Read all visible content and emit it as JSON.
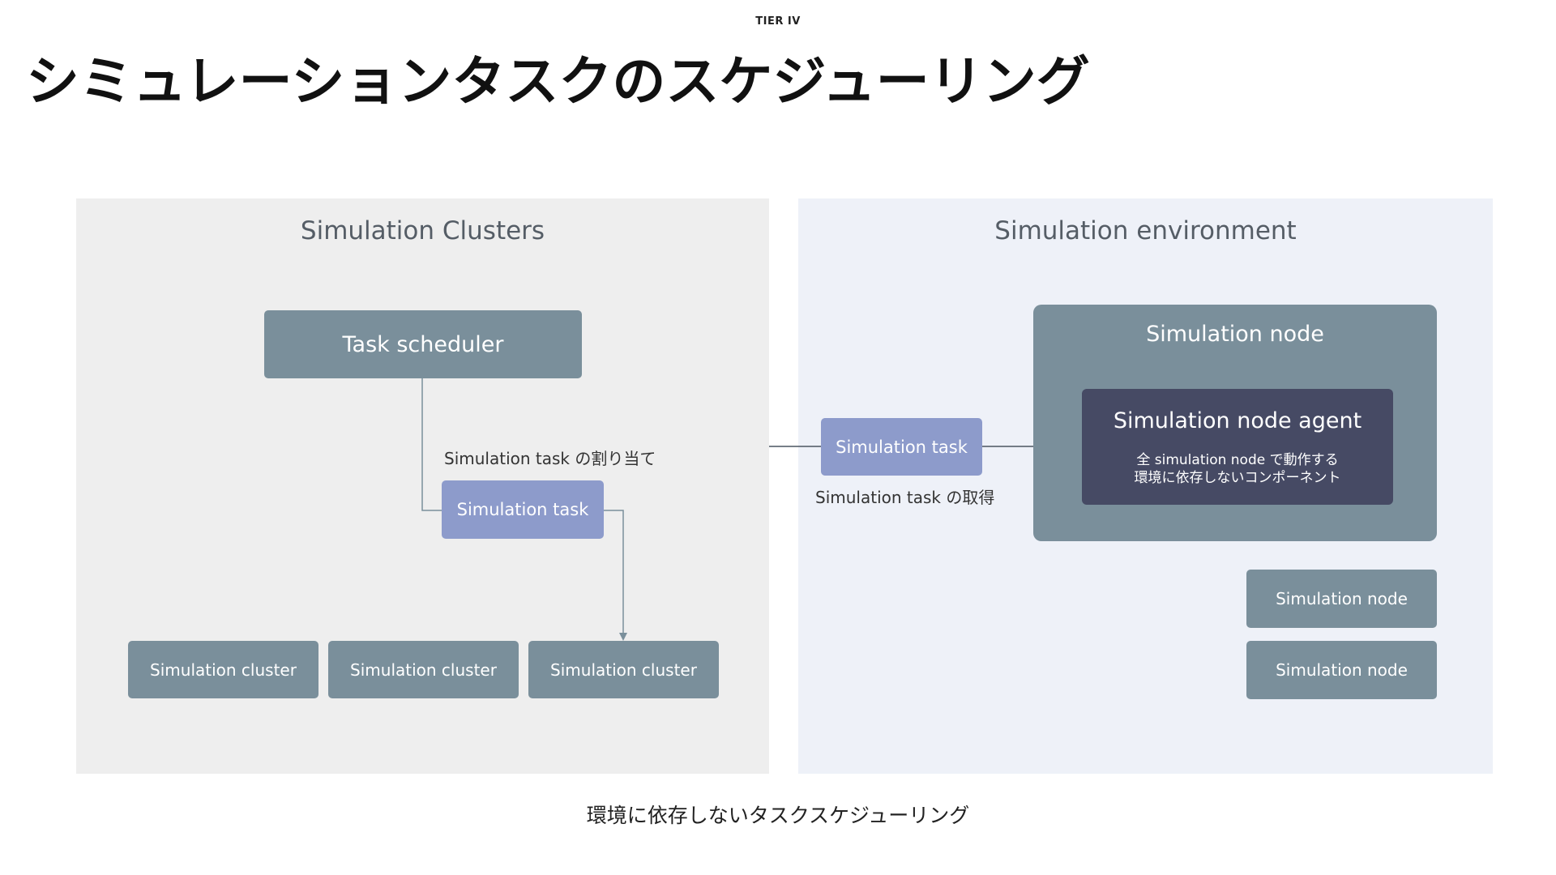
{
  "brand": "TIER IV",
  "title": "シミュレーションタスクのスケジューリング",
  "left_panel": {
    "title": "Simulation Clusters",
    "scheduler_label": "Task scheduler",
    "assign_label": "Simulation task の割り当て",
    "task_label": "Simulation task",
    "clusters": [
      "Simulation cluster",
      "Simulation cluster",
      "Simulation cluster"
    ]
  },
  "right_panel": {
    "title": "Simulation environment",
    "task_label": "Simulation task",
    "fetch_label": "Simulation task の取得",
    "node_title": "Simulation node",
    "agent_title": "Simulation node agent",
    "agent_desc_line1": "全 simulation node で動作する",
    "agent_desc_line2": "環境に依存しないコンポーネント",
    "extra_nodes": [
      "Simulation node",
      "Simulation node"
    ]
  },
  "caption": "環境に依存しないタスクスケジューリング",
  "colors": {
    "slate_box": "#7a8f9b",
    "lavender_box": "#8d9bcb",
    "navy_box": "#464a64",
    "left_panel_bg": "#eeeeee",
    "right_panel_bg": "#eef1f8",
    "connector": "#7a8f9b"
  }
}
